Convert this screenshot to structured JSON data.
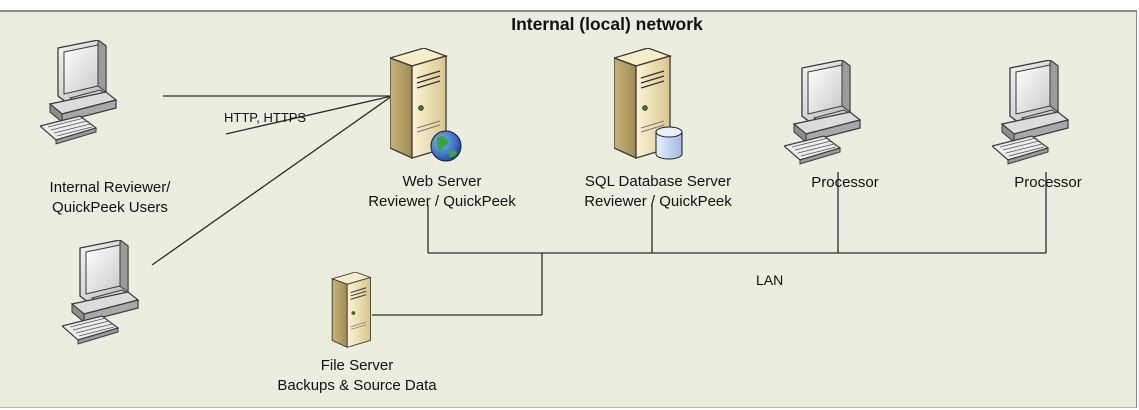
{
  "diagram": {
    "title": "Internal (local) network",
    "protocol_label": "HTTP, HTTPS",
    "network_label": "LAN",
    "nodes": {
      "internal_users": {
        "lines": [
          "Internal Reviewer/",
          "QuickPeek Users"
        ],
        "icon": "desktop-computer-icon"
      },
      "web_server": {
        "lines": [
          "Web Server",
          "Reviewer / QuickPeek"
        ],
        "icon": "tower-server-globe-icon"
      },
      "sql_server": {
        "lines": [
          "SQL Database Server",
          "Reviewer / QuickPeek"
        ],
        "icon": "tower-server-database-icon"
      },
      "processor_1": {
        "lines": [
          "Processor"
        ],
        "icon": "desktop-computer-icon"
      },
      "processor_2": {
        "lines": [
          "Processor"
        ],
        "icon": "desktop-computer-icon"
      },
      "file_server": {
        "lines": [
          "File Server",
          "Backups & Source Data"
        ],
        "icon": "tower-server-icon"
      }
    },
    "colors": {
      "background": "#ebeede",
      "lines": "#2b2b2b",
      "computer_body": "#e4e4e4",
      "server_body": "#e9dcae",
      "globe": "#2a6fd1",
      "database": "#c8daf5"
    }
  }
}
